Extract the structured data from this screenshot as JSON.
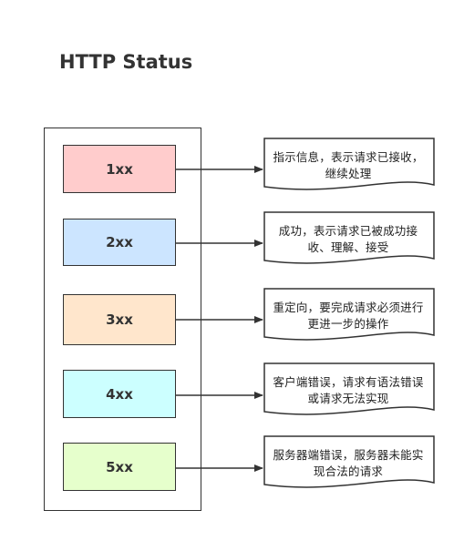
{
  "title": "HTTP Status",
  "statuses": [
    {
      "code": "1xx",
      "color": "#ffcccc",
      "desc_line1": "指示信息，表示请求已接收，",
      "desc_line2": "继续处理"
    },
    {
      "code": "2xx",
      "color": "#cce5ff",
      "desc_line1": "成功，表示请求已被成功接",
      "desc_line2": "收、理解、接受"
    },
    {
      "code": "3xx",
      "color": "#ffe6cc",
      "desc_line1": "重定向，要完成请求必须进行",
      "desc_line2": "更进一步的操作"
    },
    {
      "code": "4xx",
      "color": "#ccffff",
      "desc_line1": "客户端错误，请求有语法错误",
      "desc_line2": "或请求无法实现"
    },
    {
      "code": "5xx",
      "color": "#e6ffcc",
      "desc_line1": "服务器端错误，服务器未能实",
      "desc_line2": "现合法的请求"
    }
  ]
}
